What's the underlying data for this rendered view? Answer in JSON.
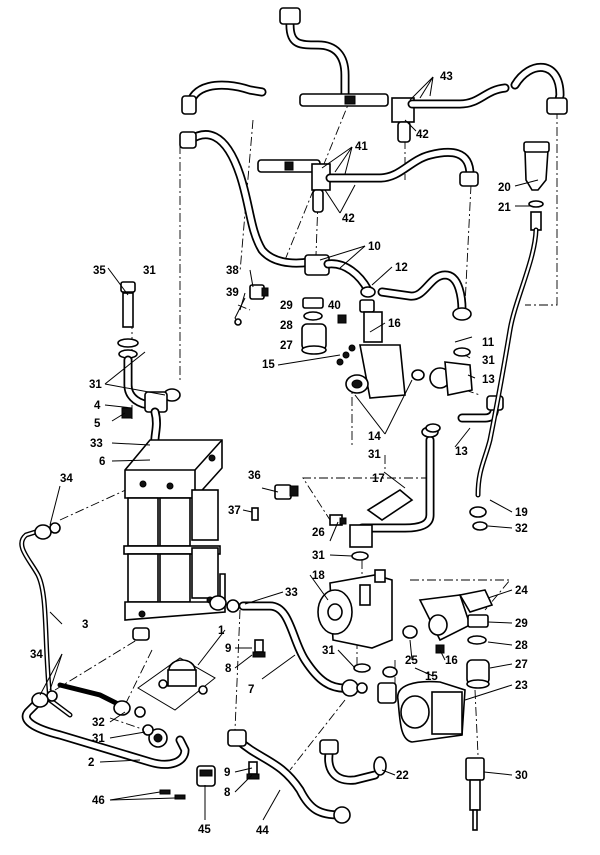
{
  "callouts": [
    {
      "id": "c1",
      "text": "1"
    },
    {
      "id": "c2",
      "text": "2"
    },
    {
      "id": "c3",
      "text": "3"
    },
    {
      "id": "c4",
      "text": "4"
    },
    {
      "id": "c5",
      "text": "5"
    },
    {
      "id": "c6",
      "text": "6"
    },
    {
      "id": "c7",
      "text": "7"
    },
    {
      "id": "c8a",
      "text": "8"
    },
    {
      "id": "c8b",
      "text": "8"
    },
    {
      "id": "c9a",
      "text": "9"
    },
    {
      "id": "c9b",
      "text": "9"
    },
    {
      "id": "c10",
      "text": "10"
    },
    {
      "id": "c11",
      "text": "11"
    },
    {
      "id": "c12",
      "text": "12"
    },
    {
      "id": "c13a",
      "text": "13"
    },
    {
      "id": "c13b",
      "text": "13"
    },
    {
      "id": "c14",
      "text": "14"
    },
    {
      "id": "c15a",
      "text": "15"
    },
    {
      "id": "c15b",
      "text": "15"
    },
    {
      "id": "c16a",
      "text": "16"
    },
    {
      "id": "c16b",
      "text": "16"
    },
    {
      "id": "c17",
      "text": "17"
    },
    {
      "id": "c18",
      "text": "18"
    },
    {
      "id": "c19",
      "text": "19"
    },
    {
      "id": "c20",
      "text": "20"
    },
    {
      "id": "c21",
      "text": "21"
    },
    {
      "id": "c22",
      "text": "22"
    },
    {
      "id": "c23",
      "text": "23"
    },
    {
      "id": "c24",
      "text": "24"
    },
    {
      "id": "c25",
      "text": "25"
    },
    {
      "id": "c26",
      "text": "26"
    },
    {
      "id": "c27a",
      "text": "27"
    },
    {
      "id": "c27b",
      "text": "27"
    },
    {
      "id": "c28a",
      "text": "28"
    },
    {
      "id": "c28b",
      "text": "28"
    },
    {
      "id": "c29a",
      "text": "29"
    },
    {
      "id": "c29b",
      "text": "29"
    },
    {
      "id": "c30",
      "text": "30"
    },
    {
      "id": "c31a",
      "text": "31"
    },
    {
      "id": "c31b",
      "text": "31"
    },
    {
      "id": "c31c",
      "text": "31"
    },
    {
      "id": "c31d",
      "text": "31"
    },
    {
      "id": "c31e",
      "text": "31"
    },
    {
      "id": "c31f",
      "text": "31"
    },
    {
      "id": "c31g",
      "text": "31"
    },
    {
      "id": "c32a",
      "text": "32"
    },
    {
      "id": "c32b",
      "text": "32"
    },
    {
      "id": "c33a",
      "text": "33"
    },
    {
      "id": "c33b",
      "text": "33"
    },
    {
      "id": "c34a",
      "text": "34"
    },
    {
      "id": "c34b",
      "text": "34"
    },
    {
      "id": "c35",
      "text": "35"
    },
    {
      "id": "c36",
      "text": "36"
    },
    {
      "id": "c37",
      "text": "37"
    },
    {
      "id": "c38",
      "text": "38"
    },
    {
      "id": "c39",
      "text": "39"
    },
    {
      "id": "c40",
      "text": "40"
    },
    {
      "id": "c41",
      "text": "41"
    },
    {
      "id": "c42a",
      "text": "42"
    },
    {
      "id": "c42b",
      "text": "42"
    },
    {
      "id": "c43",
      "text": "43"
    },
    {
      "id": "c44",
      "text": "44"
    },
    {
      "id": "c45",
      "text": "45"
    },
    {
      "id": "c46",
      "text": "46"
    }
  ]
}
